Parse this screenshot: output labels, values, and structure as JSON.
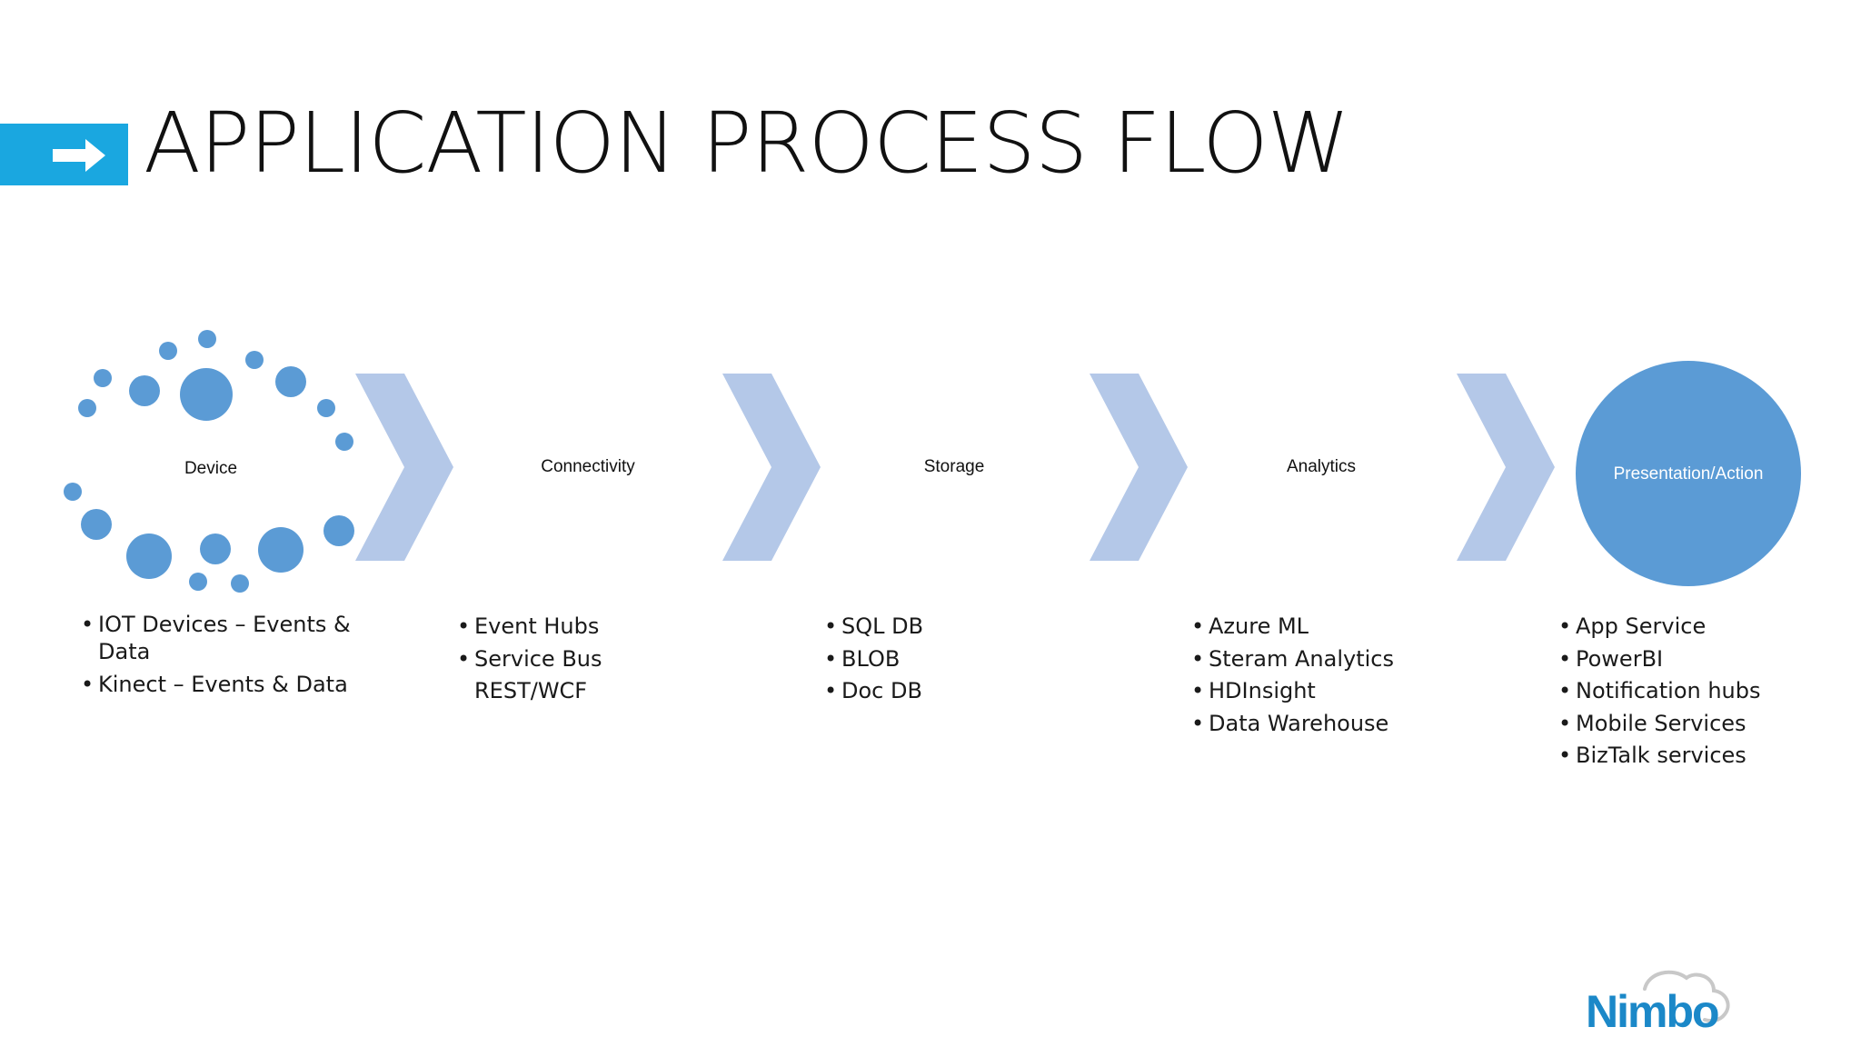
{
  "title": "APPLICATION PROCESS FLOW",
  "colors": {
    "accent": "#1aa7e0",
    "dot_blue": "#5b9bd5",
    "chevron": "#b4c8e8",
    "logo": "#1b88c8"
  },
  "icons": {
    "title_bar": "arrow-right-icon",
    "device": "scattered-dots-icon",
    "connector": "chevron-right-icon",
    "presentation": "filled-circle"
  },
  "stages": [
    {
      "label": "Device",
      "items": [
        "IOT Devices – Events &",
        "Data",
        "Kinect – Events & Data"
      ]
    },
    {
      "label": "Connectivity",
      "items": [
        "Event Hubs",
        "Service Bus",
        "REST/WCF"
      ]
    },
    {
      "label": "Storage",
      "items": [
        "SQL DB",
        "BLOB",
        "Doc DB"
      ]
    },
    {
      "label": "Analytics",
      "items": [
        "Azure ML",
        "Steram Analytics",
        "HDInsight",
        "Data Warehouse"
      ]
    },
    {
      "label": "Presentation/Action",
      "items": [
        "App Service",
        "PowerBI",
        "Notification hubs",
        "Mobile Services",
        "BizTalk services"
      ]
    }
  ],
  "logo": {
    "text": "Nimbo"
  }
}
